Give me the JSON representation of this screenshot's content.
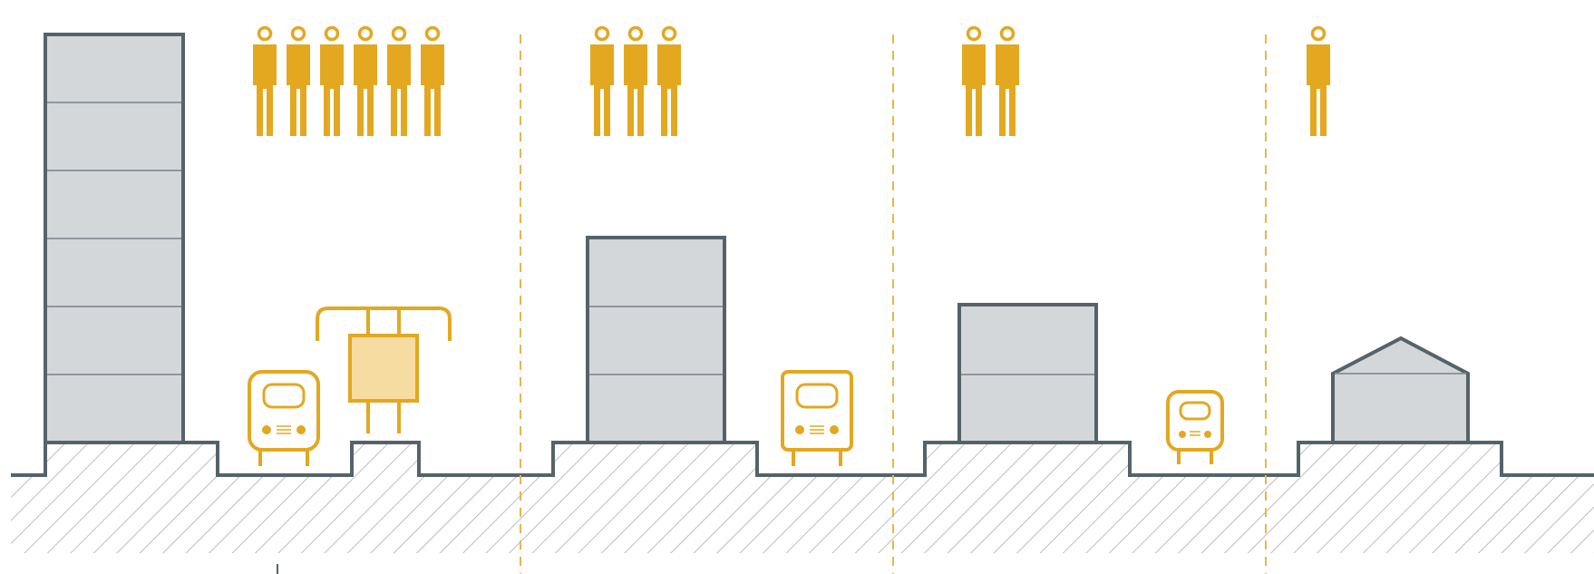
{
  "colors": {
    "background": "#ffffff",
    "building_fill": "#d4d7da",
    "building_stroke": "#56626a",
    "floor_line": "#8e979c",
    "ground_hatch": "#a7aeb2",
    "accent": "#e3a820",
    "accent_light": "#f6dca0",
    "divider": "#e8b64a"
  },
  "zones": [
    {
      "id": "zone-1",
      "people": 6,
      "building_floors": 6,
      "roof": "flat",
      "transit": "bus-and-tram"
    },
    {
      "id": "zone-2",
      "people": 3,
      "building_floors": 3,
      "roof": "flat",
      "transit": "bus"
    },
    {
      "id": "zone-3",
      "people": 2,
      "building_floors": 2,
      "roof": "flat",
      "transit": "small-bus"
    },
    {
      "id": "zone-4",
      "people": 1,
      "building_floors": 1,
      "roof": "gabled",
      "transit": "none"
    }
  ],
  "icons": {
    "person": "person-icon",
    "bus": "bus-icon",
    "tram": "tram-icon"
  }
}
